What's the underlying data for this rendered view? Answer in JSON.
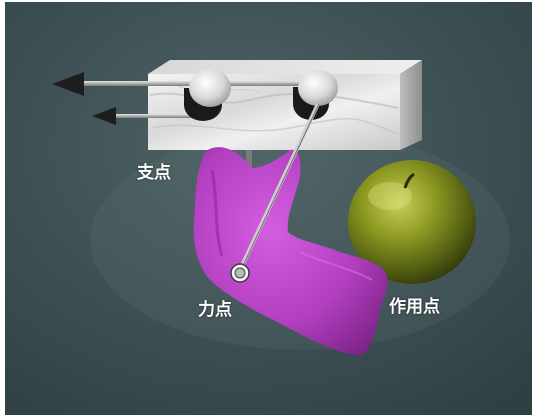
{
  "labels": {
    "fulcrum": "支点",
    "effort": "力点",
    "load": "作用点"
  },
  "colors": {
    "background": "#3e5154",
    "jaw": "#b23fc0",
    "apple": "#7d8a1c",
    "marble": "#e9e9e9",
    "label_text": "#ffffff"
  },
  "icons": [
    "left-arrow-icon",
    "left-arrow-icon",
    "pulley-wheel-icon",
    "pulley-wheel-icon",
    "pivot-ring-icon"
  ]
}
